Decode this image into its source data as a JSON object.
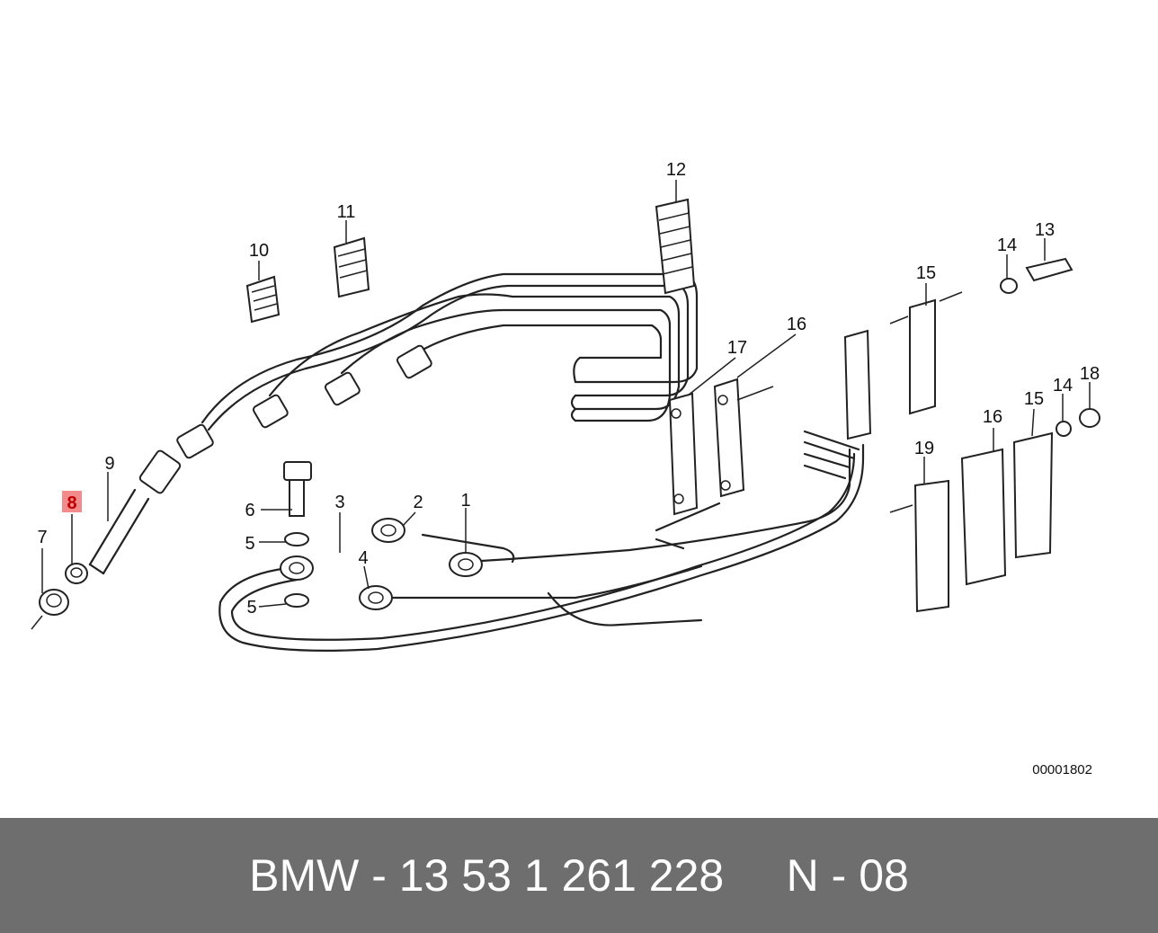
{
  "callouts": [
    "1",
    "2",
    "3",
    "4",
    "5",
    "5",
    "6",
    "7",
    "8",
    "9",
    "10",
    "11",
    "12",
    "13",
    "14",
    "14",
    "15",
    "15",
    "16",
    "16",
    "17",
    "18",
    "19"
  ],
  "highlighted_callout": "8",
  "diagram_ref": "00001802",
  "footer": {
    "text": "BMW - 13 53 1 261 228     N - 08",
    "background": "#6e6e6e",
    "text_color": "#ffffff"
  },
  "highlight_color": "#f28c8c",
  "icons": [
    "spark-plug-wire-harness-diagram"
  ]
}
